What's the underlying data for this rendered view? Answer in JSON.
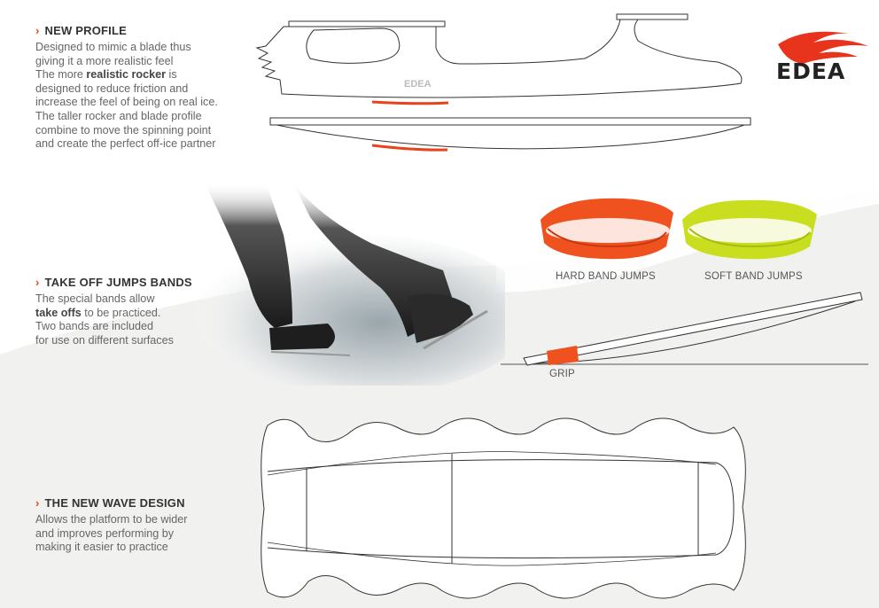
{
  "sections": {
    "profile": {
      "title": "NEW PROFILE",
      "line1": "Designed to mimic a blade thus",
      "line2": "giving it a more realistic feel",
      "line3_pre": "The more ",
      "line3_bold": "realistic rocker",
      "line3_post": " is",
      "line4": "designed to reduce friction and",
      "line5": "increase the feel of being on real ice.",
      "line6": "The taller rocker and blade profile",
      "line7": "combine to move the spinning point",
      "line8": "and create the perfect off-ice partner"
    },
    "bands": {
      "title": "TAKE OFF JUMPS BANDS",
      "line1": "The special bands allow",
      "line2_bold": "take offs",
      "line2_post": " to be practiced.",
      "line3": "Two bands are included",
      "line4": "for use on different surfaces"
    },
    "wave": {
      "title": "THE NEW WAVE DESIGN",
      "line1": "Allows the platform to be wider",
      "line2": "and improves performing by",
      "line3": "making it easier to practice"
    }
  },
  "captions": {
    "hard_band": "HARD BAND JUMPS",
    "soft_band": "SOFT BAND JUMPS",
    "grip": "GRIP"
  },
  "brand": {
    "logo_text": "EDEA",
    "blade_mark": "EDEA"
  },
  "colors": {
    "accent": "#e8441c",
    "hard_band": "#f0521f",
    "soft_band": "#c9de1e"
  }
}
